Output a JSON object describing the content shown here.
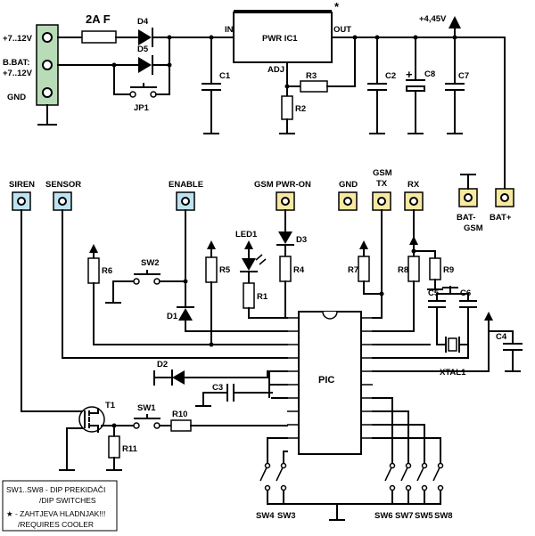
{
  "labels": {
    "in_7_12": "+7..12V",
    "bbat": "B.BAT:",
    "bbat_v": "+7..12V",
    "gnd_top": "GND",
    "fuse": "2A F",
    "d4": "D4",
    "d5": "D5",
    "jp1": "JP1",
    "pwr_in": "IN",
    "pwr_ic": "PWR IC1",
    "pwr_out": "OUT",
    "pwr_adj": "ADJ",
    "star": "*",
    "c1": "C1",
    "r3": "R3",
    "r2": "R2",
    "c2": "C2",
    "c8": "C8",
    "c8_plus": "+",
    "c7": "C7",
    "vout": "+4,45V",
    "siren": "SIREN",
    "sensor": "SENSOR",
    "enable": "ENABLE",
    "gsm_pwr": "GSM PWR-ON",
    "gnd_conn": "GND",
    "gsm_tx_1": "GSM",
    "gsm_tx_2": "TX",
    "rx": "RX",
    "bat_minus": "BAT-",
    "bat_plus": "BAT+",
    "gsm_lbl": "GSM",
    "led1": "LED1",
    "d3": "D3",
    "r6": "R6",
    "sw2": "SW2",
    "r5": "R5",
    "r1": "R1",
    "r4": "R4",
    "d1": "D1",
    "r7": "R7",
    "r8": "R8",
    "r9": "R9",
    "c5": "C5",
    "c6": "C6",
    "c4": "C4",
    "xtal": "XTAL1",
    "d2": "D2",
    "c3": "C3",
    "pic": "PIC",
    "t1": "T1",
    "sw1": "SW1",
    "r10": "R10",
    "r11": "R11",
    "sw4": "SW4",
    "sw3": "SW3",
    "sw6": "SW6",
    "sw7": "SW7",
    "sw5": "SW5",
    "sw8": "SW8"
  },
  "legend": {
    "line1": "SW1..SW8 - DIP PREKIDAČI",
    "line2": "/DIP SWITCHES",
    "line3": "★ - ZAHTJEVA HLADNJAK!!!",
    "line4": "/REQUIRES COOLER"
  },
  "colors": {
    "input_terminal": "#b8dcb8",
    "signal_terminal": "#bde3f2",
    "gsm_terminal": "#f7e9a0"
  }
}
